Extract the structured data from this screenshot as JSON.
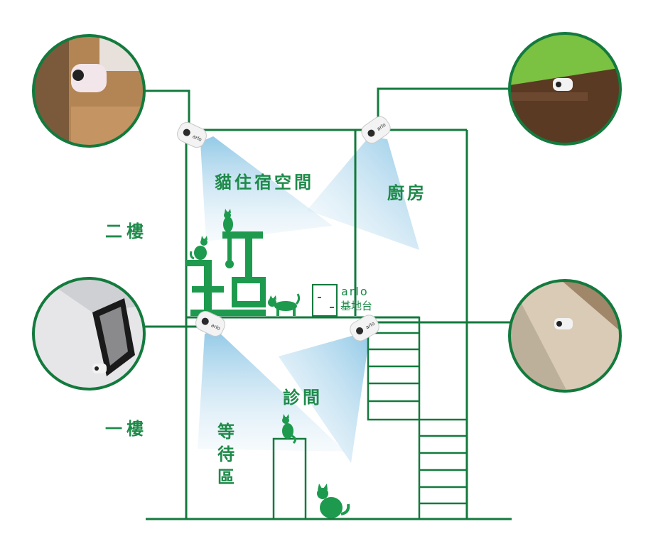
{
  "floors": {
    "upper": "二樓",
    "lower": "一樓"
  },
  "rooms": {
    "cat_room": "貓住宿空間",
    "kitchen": "廚房",
    "clinic": "診間",
    "waiting": [
      "等",
      "待",
      "區"
    ]
  },
  "base_station": {
    "brand": "arlo",
    "label": "基地台"
  },
  "camera_brand": "arlo",
  "colors": {
    "line": "#137a3d",
    "cat": "#1d9a4e",
    "beam": "#9ccfe8",
    "label": "#1e8a4a"
  }
}
